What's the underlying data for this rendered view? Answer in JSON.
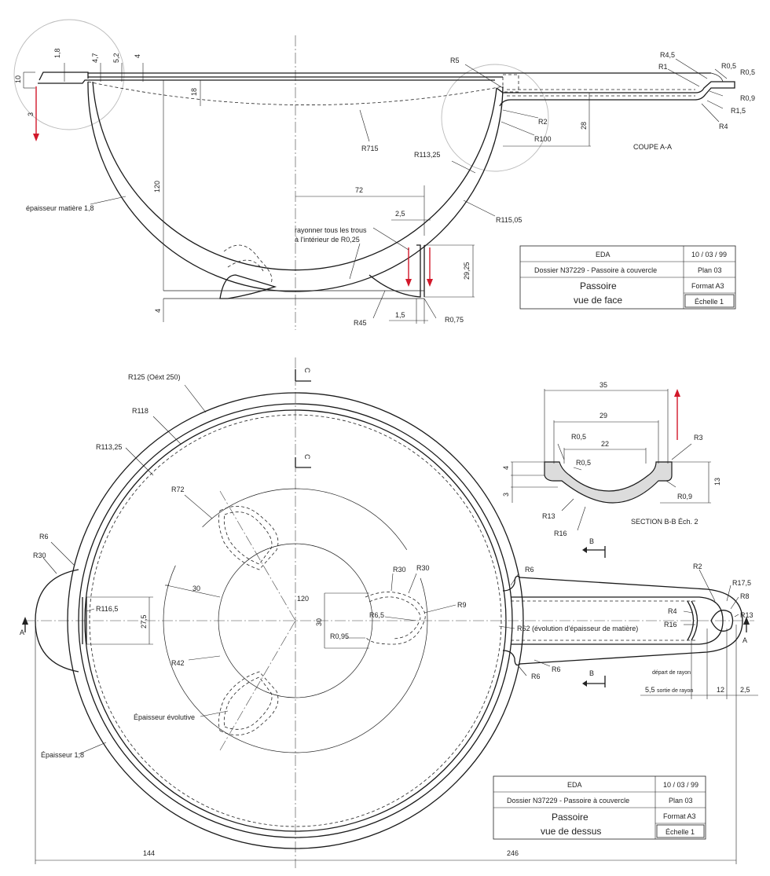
{
  "top_view": {
    "labels": {
      "r5": "R5",
      "r45a": "R4,5",
      "r1": "R1",
      "r05a": "R0,5",
      "r05b": "R0,5",
      "r09": "R0,9",
      "r15": "R1,5",
      "r4": "R4",
      "r2": "R2",
      "r100": "R100",
      "r715": "R715",
      "r11325": "R113,25",
      "r11505": "R115,05",
      "coupe": "COUPE A-A",
      "thickness": "épaisseur matière 1,8",
      "note1": "rayonner tous les trous",
      "note2": "à l'intérieur de R0,25",
      "r45": "R45",
      "r075": "R0,75"
    },
    "dims": {
      "d18a": "1,8",
      "d47": "4,7",
      "d52": "5,2",
      "d4a": "4",
      "d10": "10",
      "d3": "3",
      "d18b": "18",
      "d120": "120",
      "d72": "72",
      "d28": "28",
      "d25": "2,5",
      "d2925": "29,25",
      "d15": "1,5",
      "d4b": "4"
    },
    "title_block": {
      "company": "EDA",
      "date": "10 / 03 / 99",
      "dossier": "Dossier N37229 - Passoire à couvercle",
      "plan": "Plan 03",
      "title1": "Passoire",
      "title2": "vue de face",
      "format": "Format A3",
      "scale": "Échelle 1"
    }
  },
  "bottom_view": {
    "labels": {
      "c1": "C",
      "c2": "C",
      "r125": "R125 (Oéxt 250)",
      "r118": "R118",
      "r11325": "R113,25",
      "r72": "R72",
      "r6a": "R6",
      "r30a": "R30",
      "a1": "A",
      "a2": "A",
      "r1165": "R116,5",
      "r42": "R42",
      "r30b": "R30",
      "r30c": "R30",
      "r9": "R9",
      "r65": "R6,5",
      "r095": "R0,95",
      "r62": "R62 (évolution d'épaisseur de matière)",
      "r6b": "R6",
      "r6c": "R6",
      "r6d": "R6",
      "r2": "R2",
      "r175": "R17,5",
      "r8": "R8",
      "r4": "R4",
      "r16a": "R16",
      "r13a": "R13",
      "b1": "B",
      "b2": "B",
      "depart": "départ de rayon",
      "sortie": "sortie de rayon",
      "evol": "Épaisseur évolutive",
      "ep18": "Épaisseur 1,8"
    },
    "dims": {
      "d30a": "30",
      "d120": "120",
      "d275": "27,5",
      "d30b": "30",
      "d12": "12",
      "d25": "2,5",
      "d55": "5,5",
      "d144": "144",
      "d246": "246"
    }
  },
  "section_bb": {
    "labels": {
      "r05a": "R0,5",
      "r05b": "R0,5",
      "r3": "R3",
      "r09": "R0,9",
      "r13": "R13",
      "r16": "R16",
      "title": "SECTION B-B Éch. 2"
    },
    "dims": {
      "d35": "35",
      "d29": "29",
      "d22": "22",
      "d4": "4",
      "d3": "3",
      "d13": "13"
    }
  },
  "title_block_2": {
    "company": "EDA",
    "date": "10 / 03 / 99",
    "dossier": "Dossier N37229 - Passoire à couvercle",
    "plan": "Plan 03",
    "title1": "Passoire",
    "title2": "vue de dessus",
    "format": "Format A3",
    "scale": "Échelle 1"
  },
  "colors": {
    "line": "#1a1a1a",
    "accent": "#d2182a",
    "detail_circle": "#bbbbbb",
    "section_fill": "#dcdcdc"
  }
}
